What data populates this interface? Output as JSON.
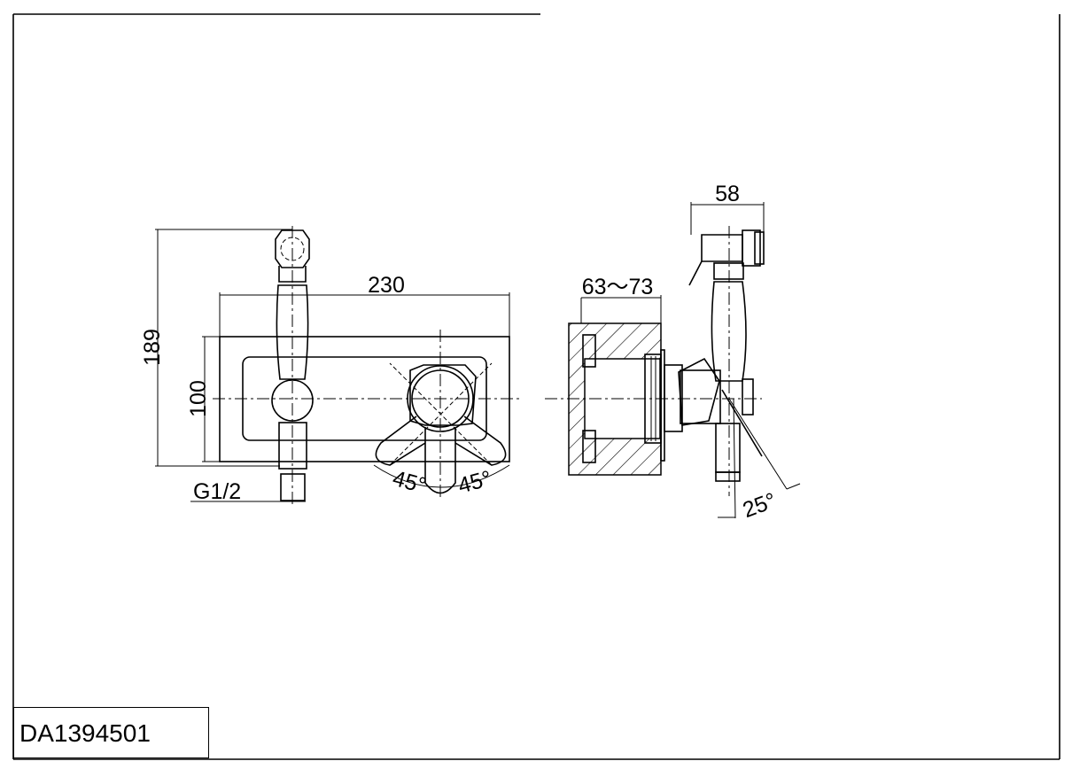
{
  "drawing": {
    "model_code": "DA1394501",
    "dimensions": {
      "overall_height": "189",
      "plate_height": "100",
      "plate_width": "230",
      "thread": "G1/2",
      "lever_angle_left": "45°",
      "lever_angle_right": "45°",
      "wall_depth": "63～73",
      "shower_head_width": "58",
      "tilt_angle": "25°"
    }
  }
}
